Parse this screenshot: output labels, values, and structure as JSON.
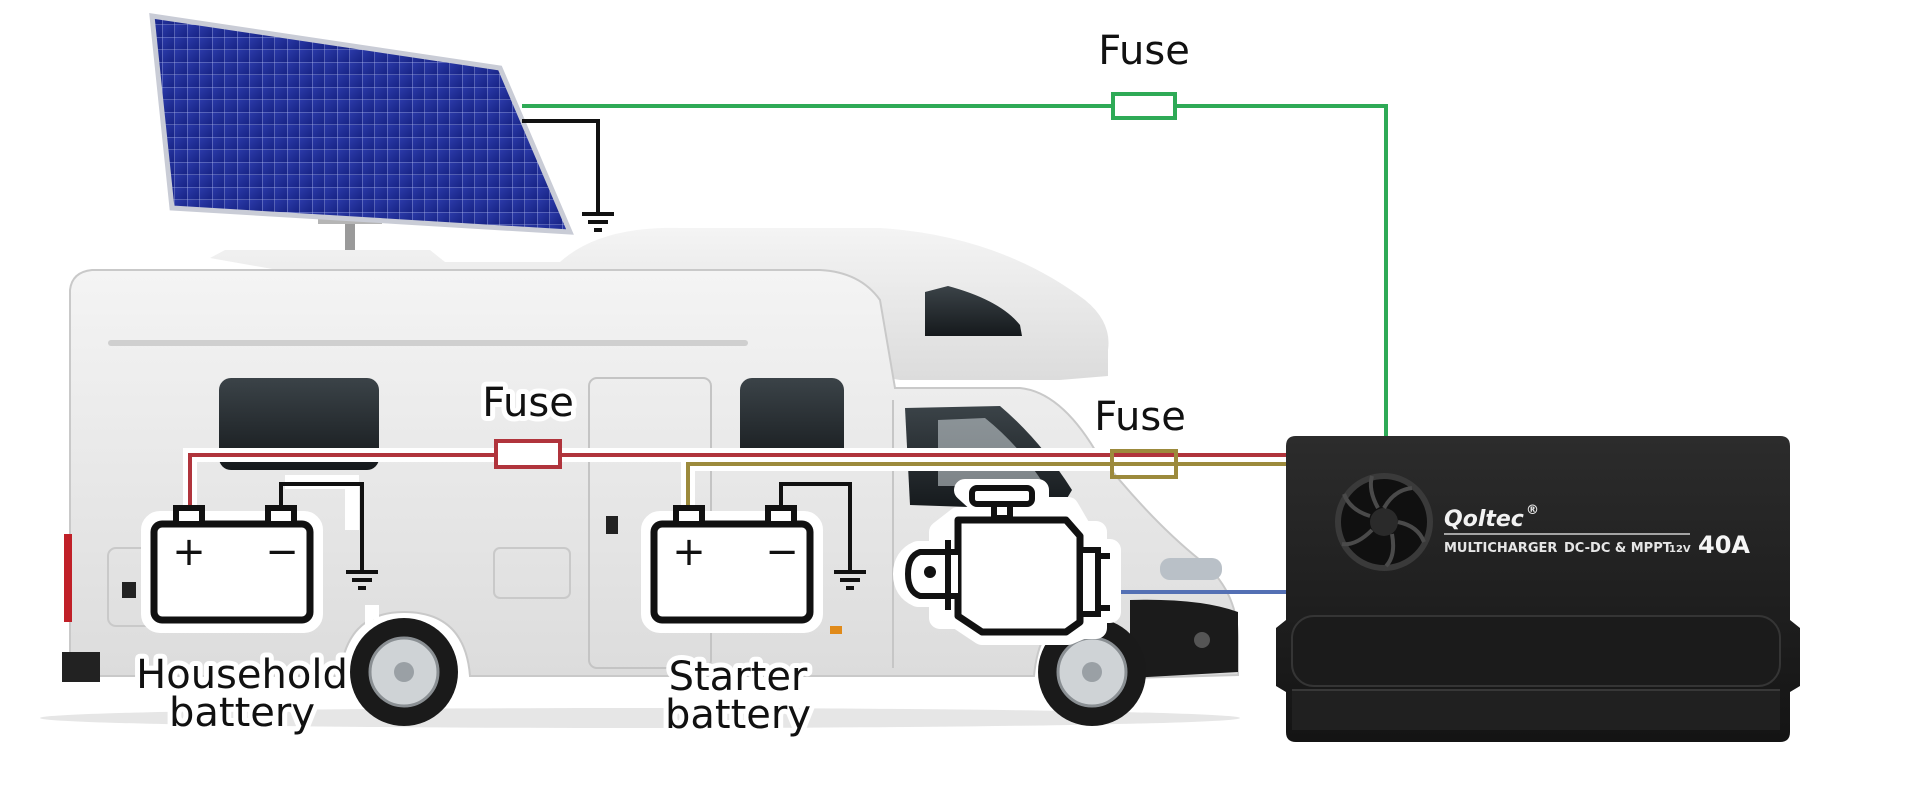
{
  "labels": {
    "fuse_solar": "Fuse",
    "fuse_household": "Fuse",
    "fuse_starter": "Fuse",
    "household_line1": "Household",
    "household_line2": "battery",
    "starter_line1": "Starter",
    "starter_line2": "battery"
  },
  "battery_terminals": {
    "plus": "+",
    "minus": "−"
  },
  "device": {
    "brand": "Qoltec",
    "registered": "®",
    "model": "MULTICHARGER",
    "type": "DC-DC & MPPT",
    "voltage": "12V",
    "current": "40A"
  },
  "wire_colors": {
    "solar": "#2eaa56",
    "household": "#b0343c",
    "starter": "#9c8a3c",
    "engine": "#5470b4",
    "ground": "#111111"
  },
  "icons": [
    "solar-panel-icon",
    "ground-icon",
    "battery-icon",
    "engine-icon",
    "fan-icon",
    "fuse-icon"
  ]
}
